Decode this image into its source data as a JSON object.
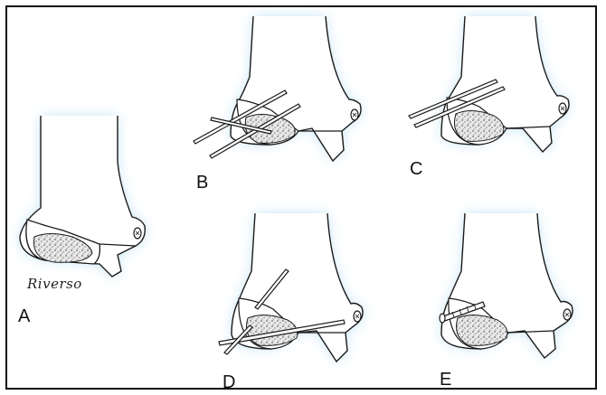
{
  "figure": {
    "panels": [
      {
        "id": "A",
        "label": "A",
        "fixation": "none"
      },
      {
        "id": "B",
        "label": "B",
        "fixation": "crossed-k-wires"
      },
      {
        "id": "C",
        "label": "C",
        "fixation": "parallel-k-wires"
      },
      {
        "id": "D",
        "label": "D",
        "fixation": "divergent-k-wires"
      },
      {
        "id": "E",
        "label": "E",
        "fixation": "screw"
      }
    ],
    "signature": "Riverso",
    "colors": {
      "outline": "#1a1a1a",
      "glow": "#bfe3f5",
      "fill": "#ffffff",
      "stipple": "#555555"
    }
  }
}
